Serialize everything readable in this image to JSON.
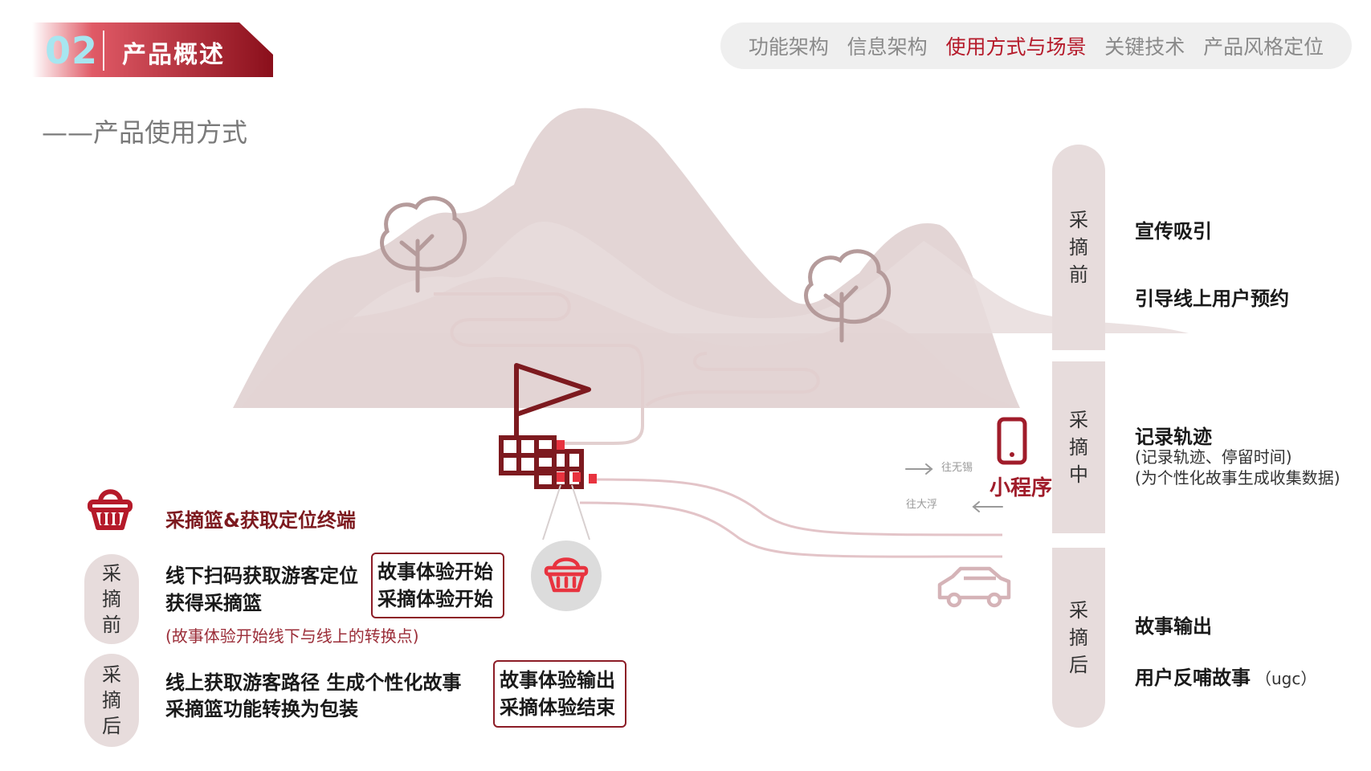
{
  "header": {
    "section_number": "02",
    "section_title": "产品概述"
  },
  "nav": {
    "items": [
      {
        "label": "功能架构",
        "active": false
      },
      {
        "label": "信息架构",
        "active": false
      },
      {
        "label": "使用方式与场景",
        "active": true
      },
      {
        "label": "关键技术",
        "active": false
      },
      {
        "label": "产品风格定位",
        "active": false
      }
    ]
  },
  "subtitle": "——产品使用方式",
  "scene": {
    "mini_program_label": "小程序",
    "to_wuxi": "往无锡",
    "to_dafu": "往大浮",
    "icons": [
      "tree-icon",
      "flag-icon",
      "basket-icon",
      "phone-icon",
      "car-icon"
    ]
  },
  "right_panel": {
    "phases": [
      {
        "chars": [
          "采",
          "摘",
          "前"
        ]
      },
      {
        "chars": [
          "采",
          "摘",
          "中"
        ]
      },
      {
        "chars": [
          "采",
          "摘",
          "后"
        ]
      }
    ],
    "before": {
      "item1": "宣传吸引",
      "item2": "引导线上用户预约"
    },
    "during": {
      "title": "记录轨迹",
      "line1": "(记录轨迹、停留时间)",
      "line2": "(为个性化故事生成收集数据)"
    },
    "after": {
      "item1": "故事输出",
      "item2": "用户反哺故事",
      "item2_suffix": "（ugc）"
    }
  },
  "left_panel": {
    "title": "采摘篮&获取定位终端",
    "before": {
      "chars": [
        "采",
        "摘",
        "前"
      ],
      "line1": "线下扫码获取游客定位",
      "line2": "获得采摘篮",
      "note": "(故事体验开始线下与线上的转换点)",
      "box_line1": "故事体验开始",
      "box_line2": "采摘体验开始"
    },
    "after": {
      "chars": [
        "采",
        "摘",
        "后"
      ],
      "line1": "线上获取游客路径 生成个性化故事",
      "line2": "采摘篮功能转换为包装",
      "box_line1": "故事体验输出",
      "box_line2": "采摘体验结束"
    }
  },
  "colors": {
    "accent": "#b51a2a",
    "dark_red": "#7d1a1f",
    "mountain": "#d8c8c8",
    "pill": "#e7dcdc"
  }
}
